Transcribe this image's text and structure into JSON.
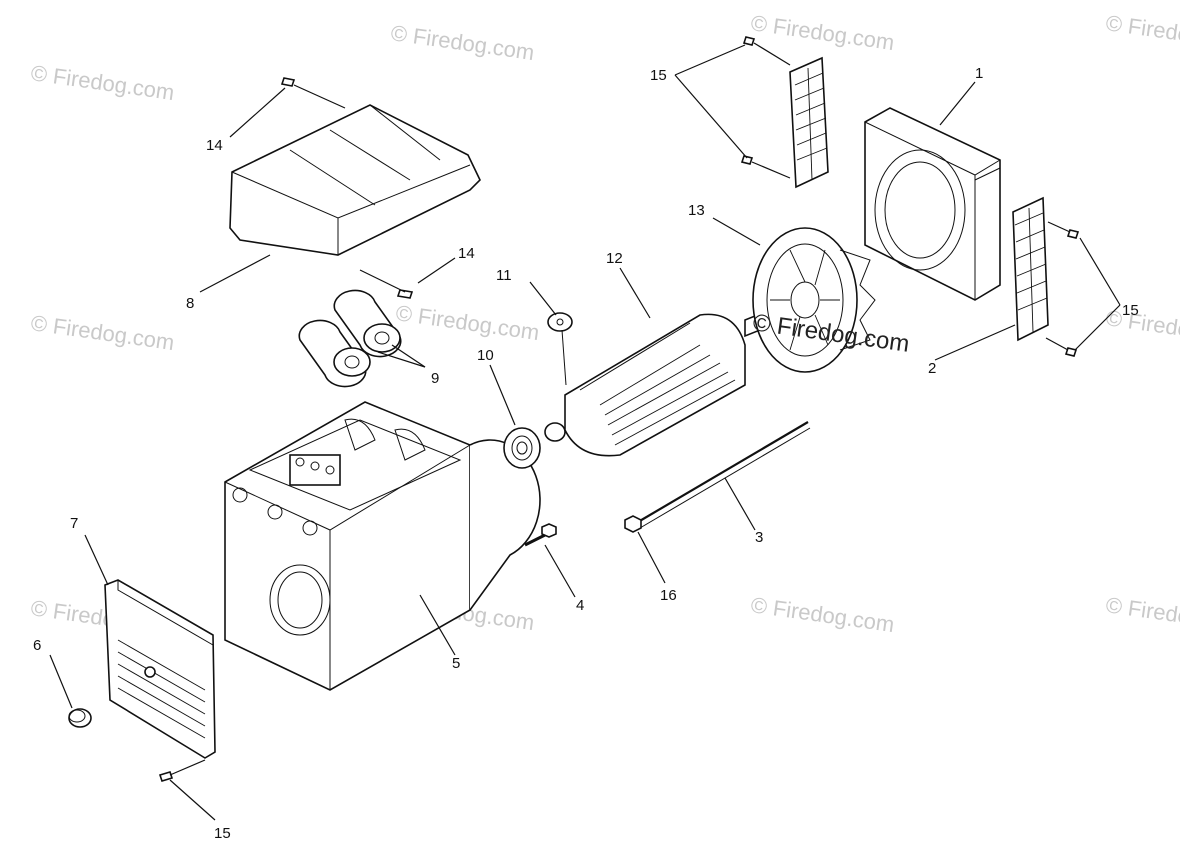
{
  "watermark": {
    "text": "© Firedog.com",
    "center_text": "© Firedog.com"
  },
  "callouts": [
    {
      "id": "c1",
      "label": "1"
    },
    {
      "id": "c2",
      "label": "2"
    },
    {
      "id": "c3",
      "label": "3"
    },
    {
      "id": "c4",
      "label": "4"
    },
    {
      "id": "c5",
      "label": "5"
    },
    {
      "id": "c6",
      "label": "6"
    },
    {
      "id": "c7",
      "label": "7"
    },
    {
      "id": "c8",
      "label": "8"
    },
    {
      "id": "c9",
      "label": "9"
    },
    {
      "id": "c10",
      "label": "10"
    },
    {
      "id": "c11",
      "label": "11"
    },
    {
      "id": "c12",
      "label": "12"
    },
    {
      "id": "c13",
      "label": "13"
    },
    {
      "id": "c14a",
      "label": "14"
    },
    {
      "id": "c14b",
      "label": "14"
    },
    {
      "id": "c15a",
      "label": "15"
    },
    {
      "id": "c15b",
      "label": "15"
    },
    {
      "id": "c15c",
      "label": "15"
    },
    {
      "id": "c16",
      "label": "16"
    }
  ]
}
